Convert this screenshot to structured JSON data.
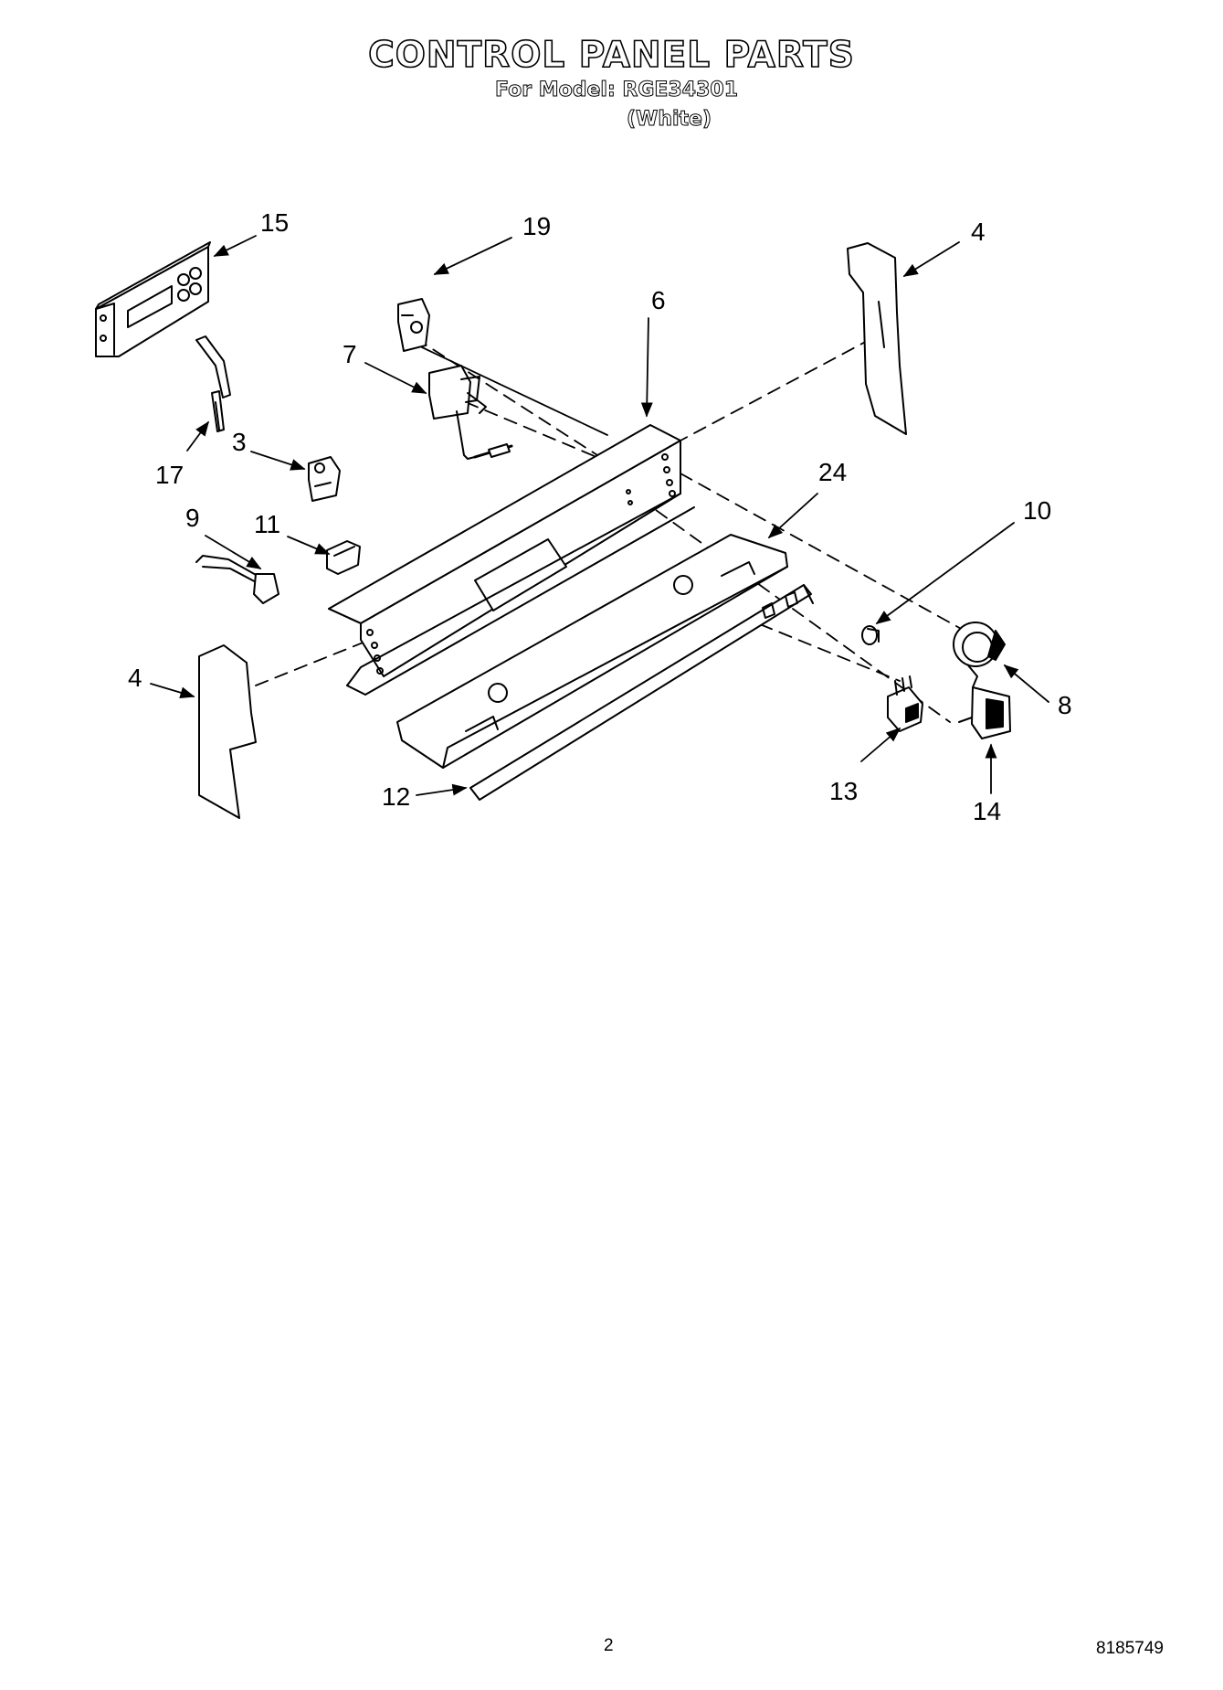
{
  "header": {
    "title": "CONTROL PANEL PARTS",
    "model_line": "For Model: RGE34301",
    "variant": "(White)"
  },
  "callouts": [
    "15",
    "19",
    "4",
    "6",
    "7",
    "17",
    "3",
    "24",
    "10",
    "9",
    "11",
    "4",
    "8",
    "13",
    "12",
    "14"
  ],
  "footer": {
    "page_number": "2",
    "document_number": "8185749"
  }
}
